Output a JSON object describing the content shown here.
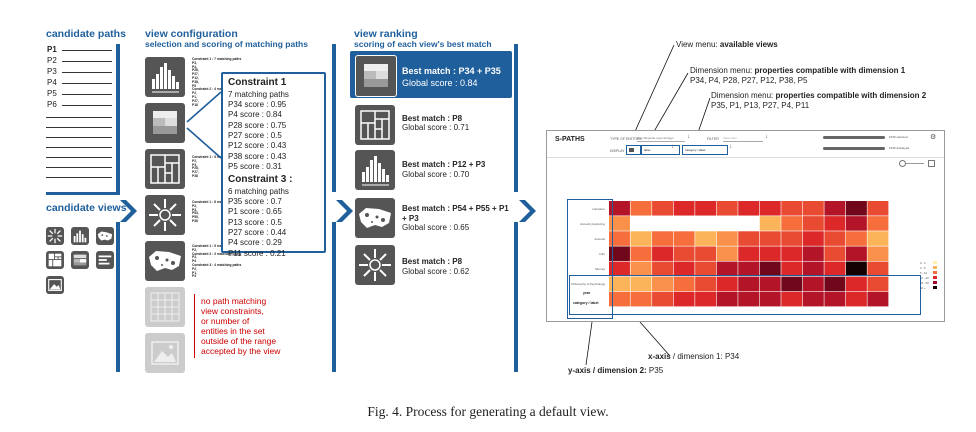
{
  "panel1": {
    "title": "candidate paths",
    "paths": [
      "P1",
      "P2",
      "P3",
      "P4",
      "P5",
      "P6"
    ],
    "views_title": "candidate views"
  },
  "panel2": {
    "title": "view configuration",
    "subtitle": "selection and scoring of matching paths",
    "constraint1": {
      "title": "Constraint 1",
      "count": "7 matching paths",
      "scores": [
        "P34 score : 0.95",
        "P4 score : 0.84",
        "P28 score : 0.75",
        "P27 score : 0.5",
        "P12 score : 0.43",
        "P38 score : 0.43",
        "P5 score : 0.31"
      ]
    },
    "constraint3": {
      "title": "Constraint 3 :",
      "count": "6 matching paths",
      "scores": [
        "P35 score : 0.7",
        "P1 score : 0.65",
        "P13 score : 0.5",
        "P27 score : 0.44",
        "P4 score : 0.29",
        "P11 score : 0.21"
      ]
    },
    "tiny_lists": [
      "Constraint 1 : 7 matching paths\nP3,\nP4,\nP28,\nP27,\nP12,\nP38,\nP5\nConstraint 2 : 4 matching paths\nP2,\nP1,\nP27,\nP18",
      "",
      "Constraint 1 : 5 matching paths\nP2,\nP3,\nP28,\nP27,\nP38",
      "Constraint 1 : 8 matching paths\nP2,\nP3,\nP54,\nP55,\nP38",
      "Constraint 1 : 5 matching paths\nP2,\nConstraint 2 : 3 matching paths\nP2,\nP4\nConstraint 3 : 4 matching paths\nP2,\nP1,\nP4"
    ],
    "no_match_note": "no path matching\nview constraints,\nor number of\nentities in the set\noutside of the range\naccepted by the view"
  },
  "panel3": {
    "title": "view ranking",
    "subtitle": "scoring of each view's best match",
    "rankings": [
      {
        "match": "Best match : P34 + P35",
        "score": "Global score : 0.84",
        "highlight": true
      },
      {
        "match": "Best match : P8",
        "score": "Global score : 0.71",
        "highlight": false
      },
      {
        "match": "Best match : P12 + P3",
        "score": "Global score : 0.70",
        "highlight": false
      },
      {
        "match": "Best match : P54 + P55 + P1\n+ P3",
        "score": "Global score : 0.65",
        "highlight": false
      },
      {
        "match": "Best match : P8",
        "score": "Global score : 0.62",
        "highlight": false
      }
    ]
  },
  "panel4": {
    "view_menu_prefix": "View menu: ",
    "view_menu_bold": "available views",
    "dim1_prefix": "Dimension menu: ",
    "dim1_bold": "properties compatible with dimension 1",
    "dim1_list": "P34, P4, P28, P27, P12, P38, P5",
    "dim2_prefix": "Dimension menu: ",
    "dim2_bold": "properties compatible with dimension 2",
    "dim2_list": "P35, P1, P13, P27, P4, P11",
    "xaxis_bold": "x-axis",
    "xaxis_rest": " / dimension 1: P34",
    "yaxis_bold": "y-axis / dimension 2:",
    "yaxis_rest": " P35",
    "app": {
      "name": "S-PATHS",
      "type_label": "TYPE OF ENTITIES",
      "type_value": "http://dbpedia.org/ontology/...",
      "filter_label": "FILTER",
      "filter_placeholder": "Value filter",
      "display_label": "DISPLAY",
      "dim1_value": "label",
      "dim2_value": "category / label",
      "status1": "1545 selected",
      "status2": "1545 displayed",
      "yaxis_labels": [
        "Literature",
        "Ancestry Exploring",
        "Animals",
        "Film",
        "Memes",
        "Philosophy & Psychology"
      ],
      "yaxis_box1": "year",
      "yaxis_box2": "category / label"
    }
  },
  "heatmap": {
    "rows": 7,
    "cols": 13,
    "values": [
      [
        0.8,
        0.5,
        0.6,
        0.7,
        0.7,
        0.6,
        0.7,
        0.7,
        0.6,
        0.6,
        0.8,
        0.9,
        0.6
      ],
      [
        0.4,
        0.0,
        0.0,
        0.0,
        0.0,
        0.0,
        0.0,
        0.3,
        0.5,
        0.6,
        0.7,
        0.8,
        0.5
      ],
      [
        0.5,
        0.3,
        0.5,
        0.5,
        0.3,
        0.4,
        0.6,
        0.6,
        0.6,
        0.7,
        0.6,
        0.5,
        0.3
      ],
      [
        0.9,
        0.5,
        0.7,
        0.6,
        0.6,
        0.4,
        0.7,
        0.7,
        0.7,
        0.8,
        0.6,
        0.8,
        0.4
      ],
      [
        0.7,
        0.4,
        0.6,
        0.7,
        0.6,
        0.8,
        0.8,
        0.9,
        0.7,
        0.8,
        0.7,
        1.0,
        0.6
      ],
      [
        0.3,
        0.3,
        0.4,
        0.5,
        0.6,
        0.7,
        0.8,
        0.8,
        0.9,
        0.8,
        0.9,
        0.7,
        0.6
      ],
      [
        0.5,
        0.5,
        0.6,
        0.7,
        0.7,
        0.8,
        0.8,
        0.8,
        0.7,
        0.8,
        0.8,
        0.7,
        0.8
      ]
    ],
    "legend": [
      "0 - 2",
      "2 - 5",
      "5 - 10",
      "10 - 20",
      "20 - 50",
      "50 +"
    ]
  },
  "caption": "Fig. 4. Process for generating a default view."
}
